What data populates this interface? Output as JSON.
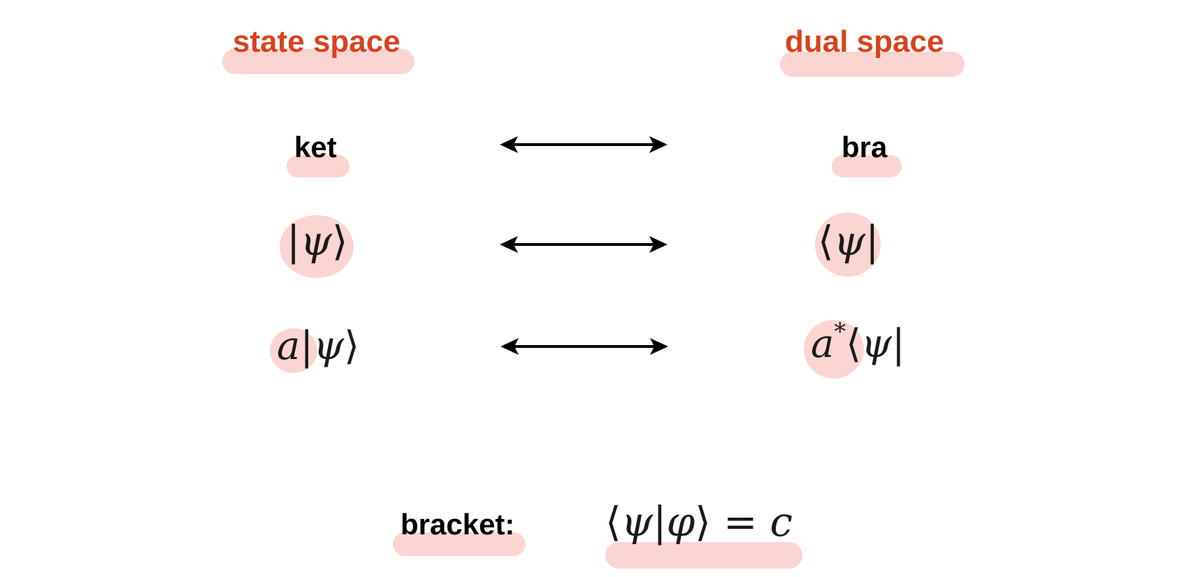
{
  "headings": {
    "state_space": "state space",
    "dual_space": "dual space"
  },
  "labels": {
    "ket": "ket",
    "bra": "bra",
    "bracket": "bracket:"
  },
  "math": {
    "ket": {
      "left": "|",
      "var": "ψ",
      "right": "⟩"
    },
    "bra": {
      "left": "⟨",
      "var": "ψ",
      "right": "|"
    },
    "scaled_ket": {
      "coef": "a",
      "left": "|",
      "var": "ψ",
      "right": "⟩"
    },
    "scaled_bra": {
      "coef": "a",
      "sup": "*",
      "left": "⟨",
      "var": "ψ",
      "right": "|"
    },
    "bracket": {
      "open": "⟨",
      "var1": "ψ",
      "mid": "|",
      "var2": "φ",
      "close": "⟩",
      "eq": "=",
      "result": "c"
    }
  },
  "colors": {
    "heading": "#d8431b",
    "highlight": "#fbd3d0",
    "arrow": "#000000"
  }
}
